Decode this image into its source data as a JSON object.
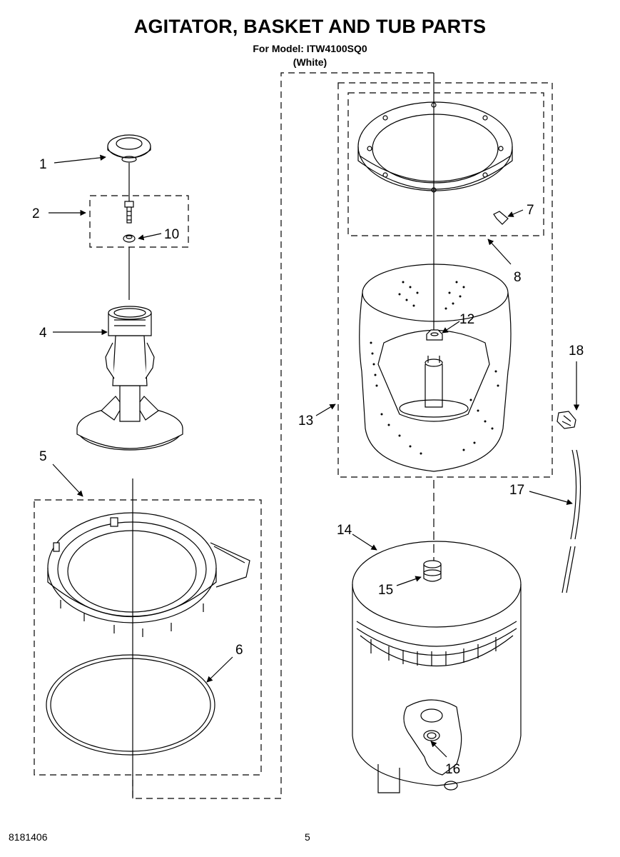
{
  "header": {
    "title": "AGITATOR, BASKET AND TUB PARTS",
    "model": "For Model: ITW4100SQ0",
    "color": "(White)"
  },
  "footer": {
    "doc_number": "8181406",
    "page_number": "5"
  },
  "callouts": {
    "c1": "1",
    "c2": "2",
    "c4": "4",
    "c5": "5",
    "c6": "6",
    "c7": "7",
    "c8": "8",
    "c10": "10",
    "c12": "12",
    "c13": "13",
    "c14": "14",
    "c15": "15",
    "c16": "16",
    "c17": "17",
    "c18": "18"
  }
}
